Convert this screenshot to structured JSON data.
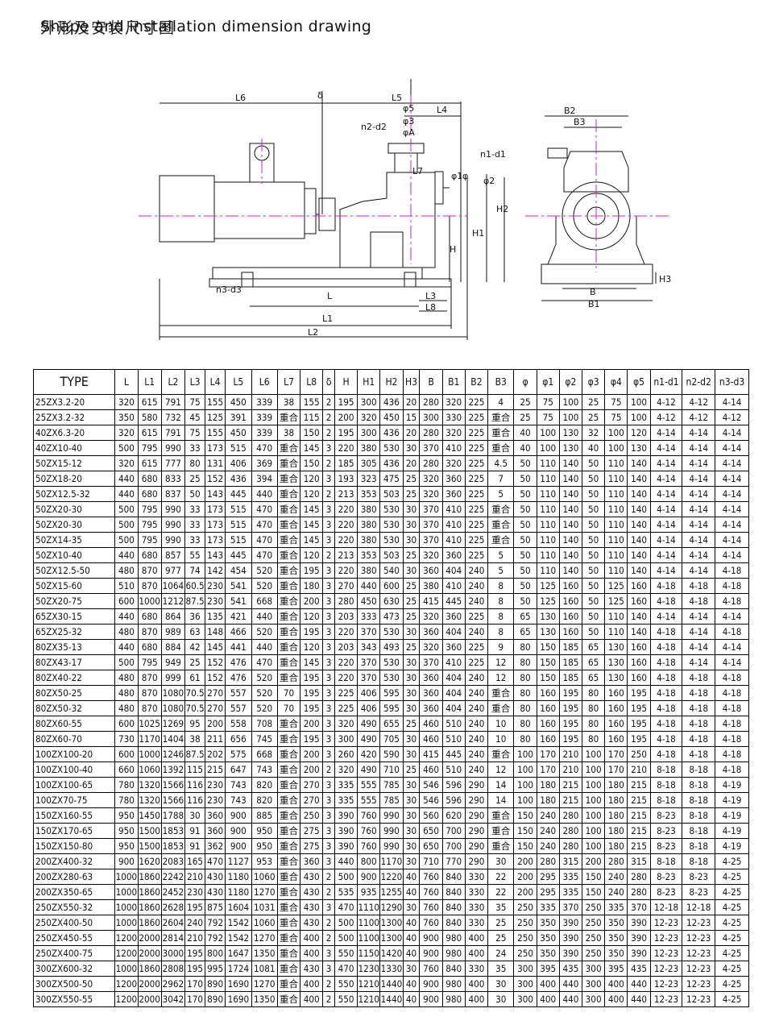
{
  "heading_cn": "外形及安装尺寸图",
  "heading_en": "Shape and installation dimension drawing",
  "drawing": {
    "labels": {
      "L6": "L6",
      "delta": "δ",
      "L5": "L5",
      "phi5": "φ5",
      "L4": "L4",
      "phi3": "φ3",
      "n2d2": "n2-d2",
      "phi": "φA",
      "n1d1": "n1-d1",
      "L7": "L7",
      "phi1": "φ1",
      "phiv": "φ",
      "phi2": "φ2",
      "H2": "H2",
      "H": "H",
      "H1": "H1",
      "n3d3": "n3-d3",
      "L": "L",
      "L3": "L3",
      "L8": "L8",
      "L1": "L1",
      "L2": "L2",
      "B2": "B2",
      "B3": "B3",
      "B": "B",
      "B1": "B1",
      "H3": "H3"
    }
  },
  "table": {
    "headers": [
      "TYPE",
      "L",
      "L1",
      "L2",
      "L3",
      "L4",
      "L5",
      "L6",
      "L7",
      "L8",
      "δ",
      "H",
      "H1",
      "H2",
      "H3",
      "B",
      "B1",
      "B2",
      "B3",
      "φ",
      "φ1",
      "φ2",
      "φ3",
      "φ4",
      "φ5",
      "n1-d1",
      "n2-d2",
      "n3-d3"
    ],
    "rows": [
      [
        "25ZX3.2-20",
        "320",
        "615",
        "791",
        "75",
        "155",
        "450",
        "339",
        "38",
        "155",
        "2",
        "195",
        "300",
        "436",
        "20",
        "280",
        "320",
        "225",
        "4",
        "25",
        "75",
        "100",
        "25",
        "75",
        "100",
        "4-12",
        "4-12",
        "4-14"
      ],
      [
        "25ZX3.2-32",
        "350",
        "580",
        "732",
        "45",
        "125",
        "391",
        "339",
        "重合",
        "115",
        "2",
        "200",
        "320",
        "450",
        "15",
        "300",
        "330",
        "225",
        "重合",
        "25",
        "75",
        "100",
        "25",
        "75",
        "100",
        "4-12",
        "4-12",
        "4-12"
      ],
      [
        "40ZX6.3-20",
        "320",
        "615",
        "791",
        "75",
        "155",
        "450",
        "339",
        "38",
        "150",
        "2",
        "195",
        "300",
        "436",
        "20",
        "280",
        "320",
        "225",
        "重合",
        "40",
        "100",
        "130",
        "32",
        "100",
        "120",
        "4-14",
        "4-14",
        "4-14"
      ],
      [
        "40ZX10-40",
        "500",
        "795",
        "990",
        "33",
        "173",
        "515",
        "470",
        "重合",
        "145",
        "3",
        "220",
        "380",
        "530",
        "30",
        "370",
        "410",
        "225",
        "重合",
        "40",
        "100",
        "130",
        "40",
        "100",
        "130",
        "4-14",
        "4-14",
        "4-14"
      ],
      [
        "50ZX15-12",
        "320",
        "615",
        "777",
        "80",
        "131",
        "406",
        "369",
        "重合",
        "150",
        "2",
        "185",
        "305",
        "436",
        "20",
        "280",
        "320",
        "225",
        "4.5",
        "50",
        "110",
        "140",
        "50",
        "110",
        "140",
        "4-14",
        "4-14",
        "4-14"
      ],
      [
        "50ZX18-20",
        "440",
        "680",
        "833",
        "25",
        "152",
        "436",
        "394",
        "重合",
        "120",
        "3",
        "193",
        "323",
        "475",
        "25",
        "320",
        "360",
        "225",
        "7",
        "50",
        "110",
        "140",
        "50",
        "110",
        "140",
        "4-14",
        "4-14",
        "4-14"
      ],
      [
        "50ZX12.5-32",
        "440",
        "680",
        "837",
        "50",
        "143",
        "445",
        "440",
        "重合",
        "120",
        "2",
        "213",
        "353",
        "503",
        "25",
        "320",
        "360",
        "225",
        "5",
        "50",
        "110",
        "140",
        "50",
        "110",
        "140",
        "4-14",
        "4-14",
        "4-14"
      ],
      [
        "50ZX20-30",
        "500",
        "795",
        "990",
        "33",
        "173",
        "515",
        "470",
        "重合",
        "145",
        "3",
        "220",
        "380",
        "530",
        "30",
        "370",
        "410",
        "225",
        "重合",
        "50",
        "110",
        "140",
        "50",
        "110",
        "140",
        "4-14",
        "4-14",
        "4-14"
      ],
      [
        "50ZX20-30",
        "500",
        "795",
        "990",
        "33",
        "173",
        "515",
        "470",
        "重合",
        "145",
        "3",
        "220",
        "380",
        "530",
        "30",
        "370",
        "410",
        "225",
        "重合",
        "50",
        "110",
        "140",
        "50",
        "110",
        "140",
        "4-14",
        "4-14",
        "4-14"
      ],
      [
        "50ZX14-35",
        "500",
        "795",
        "990",
        "33",
        "173",
        "515",
        "470",
        "重合",
        "145",
        "3",
        "220",
        "380",
        "530",
        "30",
        "370",
        "410",
        "225",
        "重合",
        "50",
        "110",
        "140",
        "50",
        "110",
        "140",
        "4-14",
        "4-14",
        "4-14"
      ],
      [
        "50ZX10-40",
        "440",
        "680",
        "857",
        "55",
        "143",
        "445",
        "470",
        "重合",
        "120",
        "2",
        "213",
        "353",
        "503",
        "25",
        "320",
        "360",
        "225",
        "5",
        "50",
        "110",
        "140",
        "50",
        "110",
        "140",
        "4-14",
        "4-14",
        "4-14"
      ],
      [
        "50ZX12.5-50",
        "480",
        "870",
        "977",
        "74",
        "142",
        "454",
        "520",
        "重合",
        "195",
        "3",
        "220",
        "380",
        "540",
        "30",
        "360",
        "404",
        "240",
        "5",
        "50",
        "110",
        "140",
        "50",
        "110",
        "140",
        "4-14",
        "4-14",
        "4-18"
      ],
      [
        "50ZX15-60",
        "510",
        "870",
        "1064",
        "60.5",
        "230",
        "541",
        "520",
        "重合",
        "180",
        "3",
        "270",
        "440",
        "600",
        "25",
        "380",
        "410",
        "240",
        "8",
        "50",
        "125",
        "160",
        "50",
        "125",
        "160",
        "4-18",
        "4-18",
        "4-18"
      ],
      [
        "50ZX20-75",
        "600",
        "1000",
        "1212",
        "87.5",
        "230",
        "541",
        "668",
        "重合",
        "200",
        "3",
        "280",
        "450",
        "630",
        "25",
        "415",
        "445",
        "240",
        "8",
        "50",
        "125",
        "160",
        "50",
        "125",
        "160",
        "4-18",
        "4-18",
        "4-18"
      ],
      [
        "65ZX30-15",
        "440",
        "680",
        "864",
        "36",
        "135",
        "421",
        "440",
        "重合",
        "120",
        "3",
        "203",
        "333",
        "473",
        "25",
        "320",
        "360",
        "225",
        "8",
        "65",
        "130",
        "160",
        "50",
        "110",
        "140",
        "4-14",
        "4-14",
        "4-14"
      ],
      [
        "65ZX25-32",
        "480",
        "870",
        "989",
        "63",
        "148",
        "466",
        "520",
        "重合",
        "195",
        "3",
        "220",
        "370",
        "530",
        "30",
        "360",
        "404",
        "240",
        "8",
        "65",
        "130",
        "160",
        "50",
        "110",
        "140",
        "4-18",
        "4-14",
        "4-18"
      ],
      [
        "80ZX35-13",
        "440",
        "680",
        "884",
        "42",
        "145",
        "441",
        "440",
        "重合",
        "120",
        "3",
        "203",
        "343",
        "493",
        "25",
        "320",
        "360",
        "225",
        "9",
        "80",
        "150",
        "185",
        "65",
        "130",
        "160",
        "4-18",
        "4-14",
        "4-14"
      ],
      [
        "80ZX43-17",
        "500",
        "795",
        "949",
        "25",
        "152",
        "476",
        "470",
        "重合",
        "145",
        "3",
        "220",
        "370",
        "530",
        "30",
        "370",
        "410",
        "225",
        "12",
        "80",
        "150",
        "185",
        "65",
        "130",
        "160",
        "4-18",
        "4-14",
        "4-14"
      ],
      [
        "80ZX40-22",
        "480",
        "870",
        "999",
        "61",
        "152",
        "476",
        "520",
        "重合",
        "195",
        "3",
        "220",
        "370",
        "530",
        "30",
        "360",
        "404",
        "240",
        "12",
        "80",
        "150",
        "185",
        "65",
        "130",
        "160",
        "4-18",
        "4-18",
        "4-18"
      ],
      [
        "80ZX50-25",
        "480",
        "870",
        "1080",
        "70.5",
        "270",
        "557",
        "520",
        "70",
        "195",
        "3",
        "225",
        "406",
        "595",
        "30",
        "360",
        "404",
        "240",
        "重合",
        "80",
        "160",
        "195",
        "80",
        "160",
        "195",
        "4-18",
        "4-18",
        "4-18"
      ],
      [
        "80ZX50-32",
        "480",
        "870",
        "1080",
        "70.5",
        "270",
        "557",
        "520",
        "70",
        "195",
        "3",
        "225",
        "406",
        "595",
        "30",
        "360",
        "404",
        "240",
        "重合",
        "80",
        "160",
        "195",
        "80",
        "160",
        "195",
        "4-18",
        "4-18",
        "4-18"
      ],
      [
        "80ZX60-55",
        "600",
        "1025",
        "1269",
        "95",
        "200",
        "558",
        "708",
        "重合",
        "200",
        "3",
        "320",
        "490",
        "655",
        "25",
        "460",
        "510",
        "240",
        "10",
        "80",
        "160",
        "195",
        "80",
        "160",
        "195",
        "4-18",
        "4-18",
        "4-18"
      ],
      [
        "80ZX60-70",
        "730",
        "1170",
        "1404",
        "38",
        "211",
        "656",
        "745",
        "重合",
        "195",
        "3",
        "300",
        "490",
        "705",
        "30",
        "460",
        "510",
        "240",
        "10",
        "80",
        "160",
        "195",
        "80",
        "160",
        "195",
        "4-18",
        "4-18",
        "4-18"
      ],
      [
        "100ZX100-20",
        "600",
        "1000",
        "1246",
        "87.5",
        "202",
        "575",
        "668",
        "重合",
        "200",
        "3",
        "260",
        "420",
        "590",
        "30",
        "415",
        "445",
        "240",
        "重合",
        "100",
        "170",
        "210",
        "100",
        "170",
        "250",
        "4-18",
        "4-18",
        "4-18"
      ],
      [
        "100ZX100-40",
        "660",
        "1060",
        "1392",
        "115",
        "215",
        "647",
        "743",
        "重合",
        "200",
        "2",
        "320",
        "490",
        "710",
        "25",
        "460",
        "510",
        "240",
        "12",
        "100",
        "170",
        "210",
        "100",
        "170",
        "210",
        "8-18",
        "8-18",
        "4-18"
      ],
      [
        "100ZX100-65",
        "780",
        "1320",
        "1566",
        "116",
        "230",
        "743",
        "820",
        "重合",
        "270",
        "3",
        "335",
        "555",
        "785",
        "30",
        "546",
        "596",
        "290",
        "14",
        "100",
        "180",
        "215",
        "100",
        "180",
        "215",
        "8-18",
        "8-18",
        "4-19"
      ],
      [
        "100ZX70-75",
        "780",
        "1320",
        "1566",
        "116",
        "230",
        "743",
        "820",
        "重合",
        "270",
        "3",
        "335",
        "555",
        "785",
        "30",
        "546",
        "596",
        "290",
        "14",
        "100",
        "180",
        "215",
        "100",
        "180",
        "215",
        "8-18",
        "8-18",
        "4-19"
      ],
      [
        "150ZX160-55",
        "950",
        "1450",
        "1788",
        "30",
        "360",
        "900",
        "885",
        "重合",
        "250",
        "3",
        "390",
        "760",
        "990",
        "30",
        "560",
        "620",
        "290",
        "重合",
        "150",
        "240",
        "280",
        "100",
        "180",
        "215",
        "8-23",
        "8-18",
        "4-19"
      ],
      [
        "150ZX170-65",
        "950",
        "1500",
        "1853",
        "91",
        "360",
        "900",
        "950",
        "重合",
        "275",
        "3",
        "390",
        "760",
        "990",
        "30",
        "650",
        "700",
        "290",
        "重合",
        "150",
        "240",
        "280",
        "100",
        "180",
        "215",
        "8-23",
        "8-18",
        "4-19"
      ],
      [
        "150ZX150-80",
        "950",
        "1500",
        "1853",
        "91",
        "362",
        "900",
        "950",
        "重合",
        "275",
        "3",
        "390",
        "760",
        "990",
        "30",
        "650",
        "700",
        "290",
        "重合",
        "150",
        "240",
        "280",
        "100",
        "180",
        "215",
        "8-23",
        "8-18",
        "4-19"
      ],
      [
        "200ZX400-32",
        "900",
        "1620",
        "2083",
        "165",
        "470",
        "1127",
        "953",
        "重合",
        "360",
        "3",
        "440",
        "800",
        "1170",
        "30",
        "710",
        "770",
        "290",
        "30",
        "200",
        "280",
        "315",
        "200",
        "280",
        "315",
        "8-18",
        "8-18",
        "4-25"
      ],
      [
        "200ZX280-63",
        "1000",
        "1860",
        "2242",
        "210",
        "430",
        "1180",
        "1060",
        "重合",
        "430",
        "2",
        "500",
        "900",
        "1220",
        "40",
        "760",
        "840",
        "330",
        "22",
        "200",
        "295",
        "335",
        "150",
        "240",
        "280",
        "8-23",
        "8-23",
        "4-25"
      ],
      [
        "200ZX350-65",
        "1000",
        "1860",
        "2452",
        "230",
        "430",
        "1180",
        "1270",
        "重合",
        "430",
        "2",
        "535",
        "935",
        "1255",
        "40",
        "760",
        "840",
        "330",
        "22",
        "200",
        "295",
        "335",
        "150",
        "240",
        "280",
        "8-23",
        "8-23",
        "4-25"
      ],
      [
        "250ZX550-32",
        "1000",
        "1860",
        "2628",
        "195",
        "875",
        "1604",
        "1031",
        "重合",
        "430",
        "3",
        "470",
        "1110",
        "1290",
        "30",
        "760",
        "840",
        "330",
        "35",
        "250",
        "335",
        "370",
        "250",
        "335",
        "370",
        "12-18",
        "12-18",
        "4-25"
      ],
      [
        "250ZX400-50",
        "1000",
        "1860",
        "2604",
        "240",
        "792",
        "1542",
        "1060",
        "重合",
        "430",
        "2",
        "500",
        "1100",
        "1300",
        "40",
        "760",
        "840",
        "330",
        "25",
        "250",
        "350",
        "390",
        "250",
        "350",
        "390",
        "12-23",
        "12-23",
        "4-25"
      ],
      [
        "250ZX450-55",
        "1200",
        "2000",
        "2814",
        "210",
        "792",
        "1542",
        "1270",
        "重合",
        "400",
        "2",
        "500",
        "1100",
        "1300",
        "40",
        "900",
        "980",
        "400",
        "25",
        "250",
        "350",
        "390",
        "250",
        "350",
        "390",
        "12-23",
        "12-23",
        "4-25"
      ],
      [
        "250ZX400-75",
        "1200",
        "2000",
        "3000",
        "195",
        "800",
        "1647",
        "1350",
        "重合",
        "400",
        "3",
        "550",
        "1150",
        "1420",
        "40",
        "900",
        "980",
        "400",
        "24",
        "250",
        "350",
        "390",
        "250",
        "350",
        "390",
        "12-23",
        "12-23",
        "4-25"
      ],
      [
        "300ZX600-32",
        "1000",
        "1860",
        "2808",
        "195",
        "995",
        "1724",
        "1081",
        "重合",
        "430",
        "3",
        "470",
        "1230",
        "1330",
        "30",
        "760",
        "840",
        "330",
        "35",
        "300",
        "395",
        "435",
        "300",
        "395",
        "435",
        "12-23",
        "12-23",
        "4-25"
      ],
      [
        "300ZX500-50",
        "1200",
        "2000",
        "2962",
        "170",
        "890",
        "1690",
        "1270",
        "重合",
        "400",
        "2",
        "550",
        "1210",
        "1440",
        "40",
        "900",
        "980",
        "400",
        "30",
        "300",
        "400",
        "440",
        "300",
        "400",
        "440",
        "12-23",
        "12-23",
        "4-25"
      ],
      [
        "300ZX550-55",
        "1200",
        "2000",
        "3042",
        "170",
        "890",
        "1690",
        "1350",
        "重合",
        "400",
        "2",
        "550",
        "1210",
        "1440",
        "40",
        "900",
        "980",
        "400",
        "30",
        "300",
        "400",
        "440",
        "300",
        "400",
        "440",
        "12-23",
        "12-23",
        "4-25"
      ]
    ]
  },
  "colors": {
    "centerline": "#d020d0",
    "line": "#111111"
  }
}
